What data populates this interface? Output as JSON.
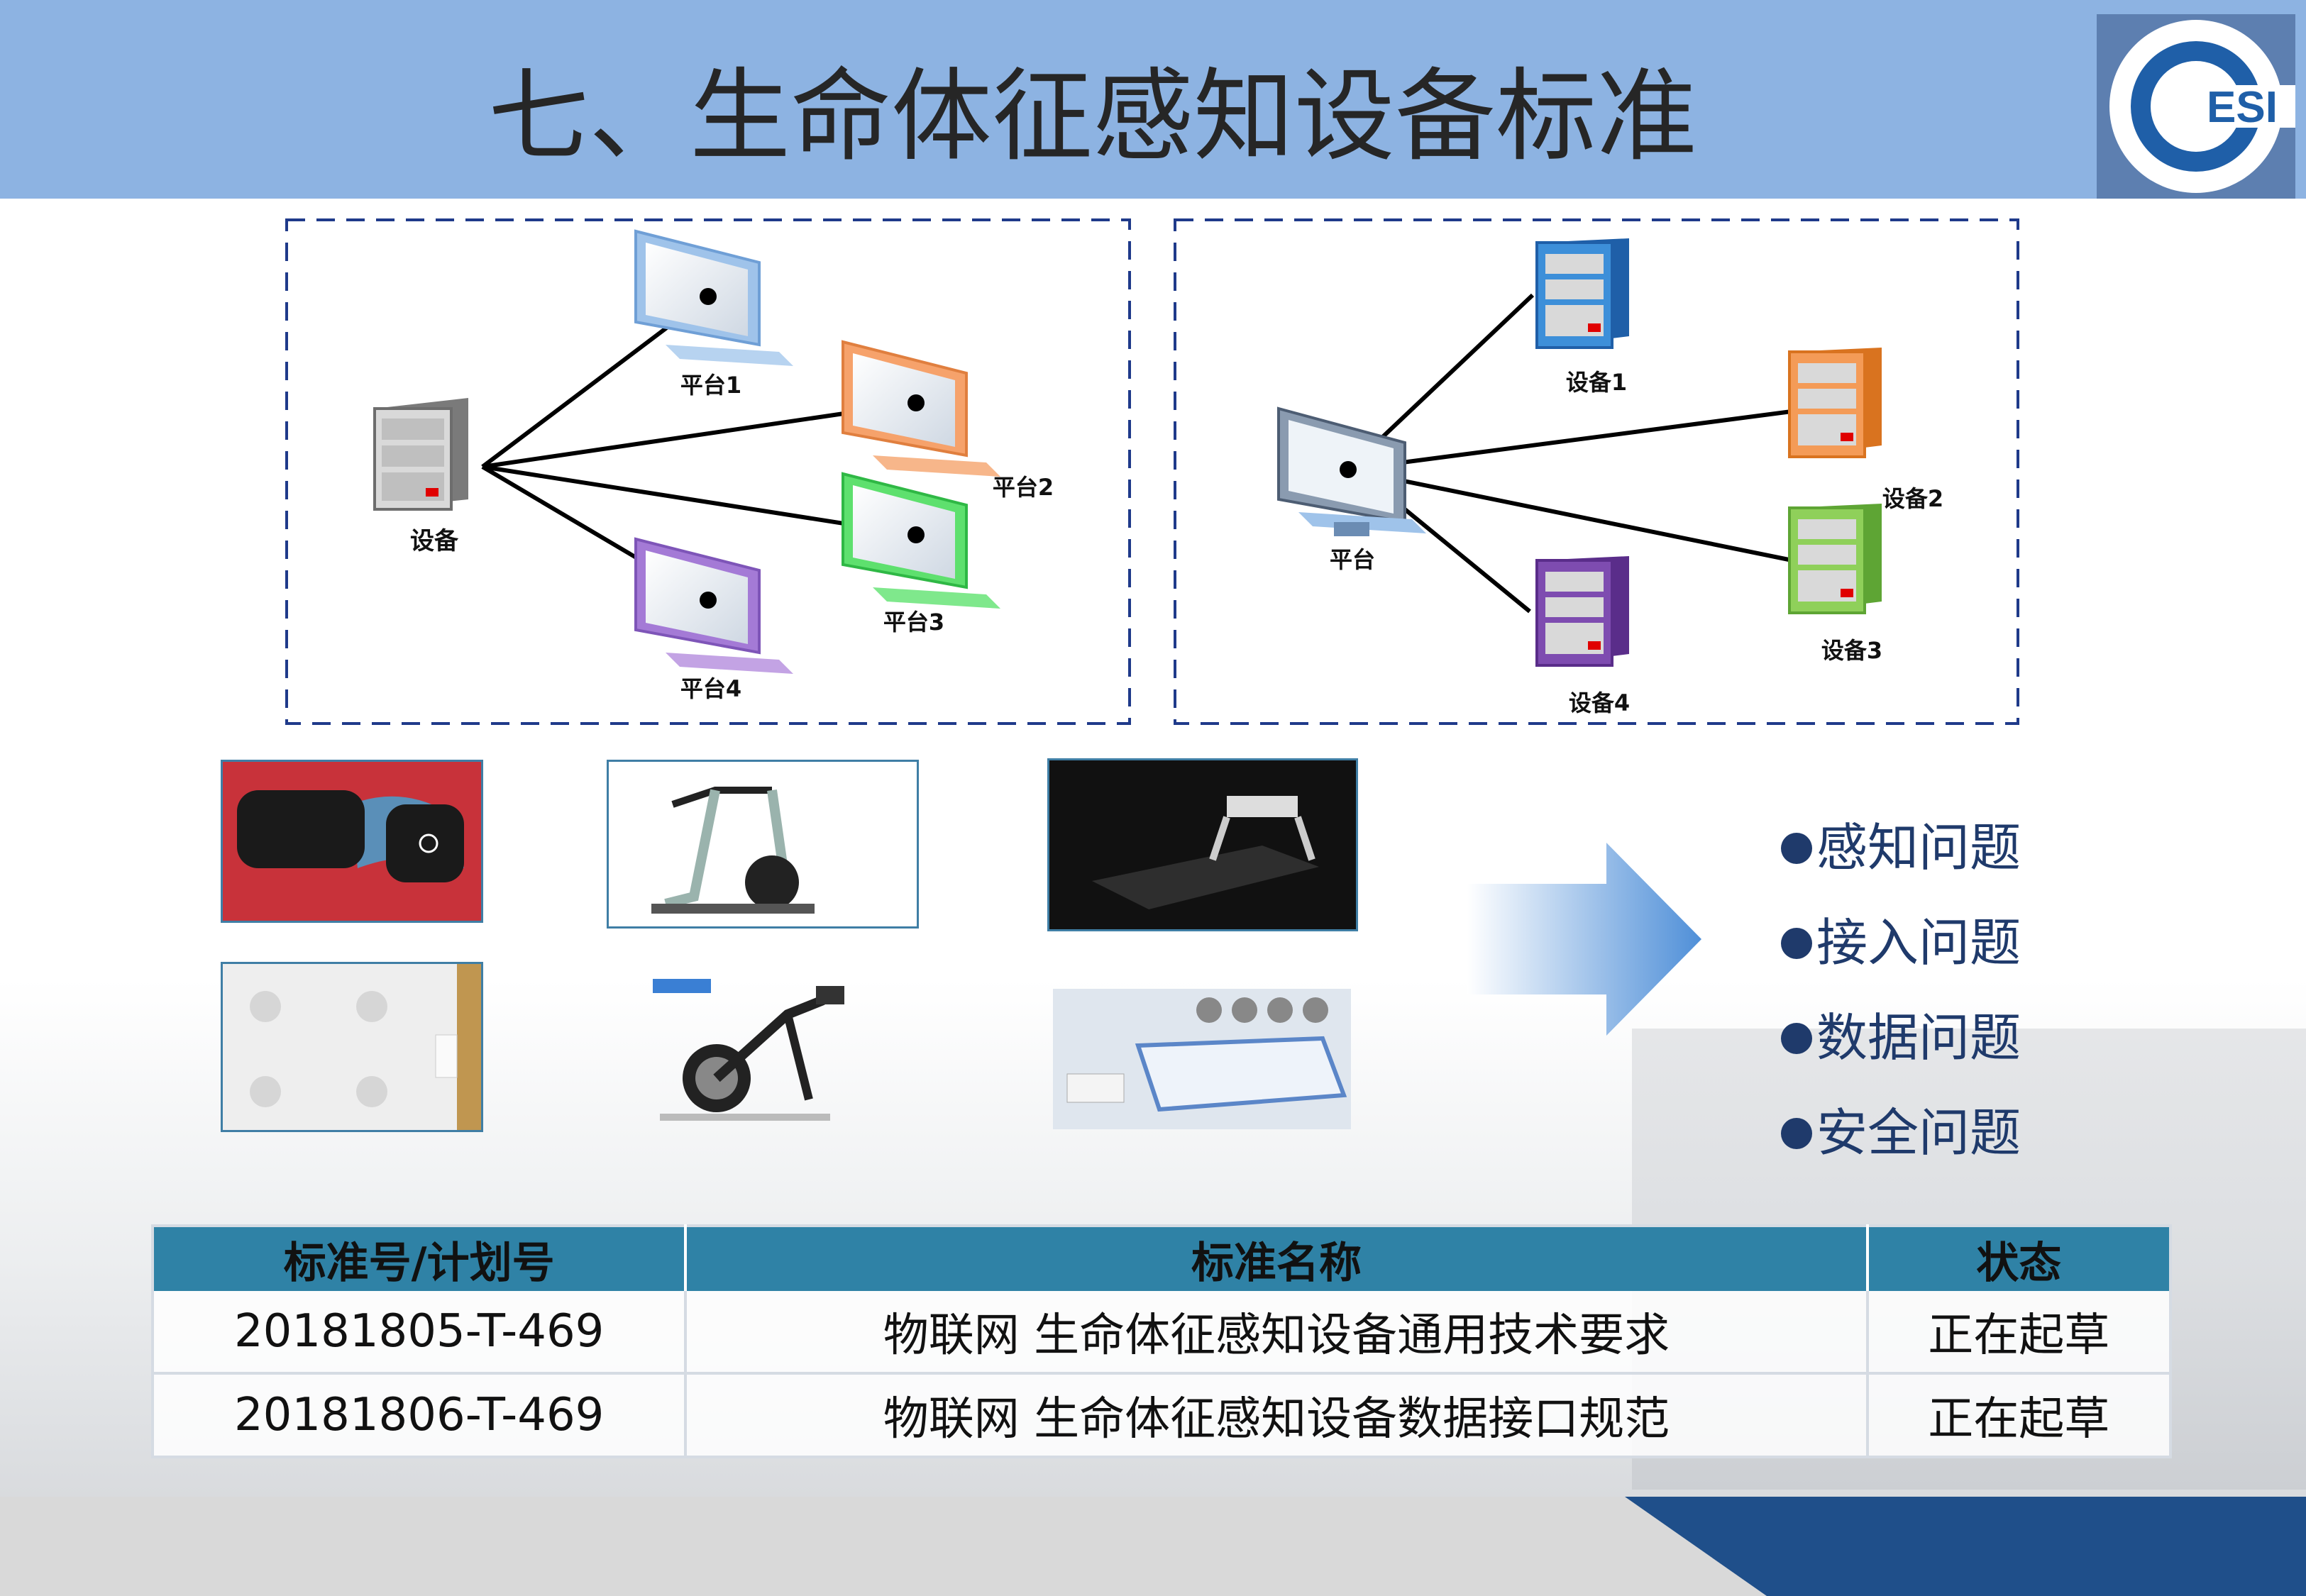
{
  "header": {
    "title": "七、生命体征感知设备标准",
    "logo_text": "ESI"
  },
  "diagram_left": {
    "device_label": "设备",
    "platforms": [
      "平台1",
      "平台2",
      "平台3",
      "平台4"
    ]
  },
  "diagram_right": {
    "platform_label": "平台",
    "devices": [
      "设备1",
      "设备2",
      "设备3",
      "设备4"
    ]
  },
  "issues": [
    "感知问题",
    "接入问题",
    "数据问题",
    "安全问题"
  ],
  "table": {
    "headers": [
      "标准号/计划号",
      "标准名称",
      "状态"
    ],
    "rows": [
      [
        "20181805-T-469",
        "物联网 生命体征感知设备通用技术要求",
        "正在起草"
      ],
      [
        "20181806-T-469",
        "物联网 生命体征感知设备数据接口规范",
        "正在起草"
      ]
    ]
  },
  "colors": {
    "header_bg": "#8db3e2",
    "table_header": "#2f82a6",
    "issue_text": "#1f3a6b",
    "platform_blue": "#9fc3ea",
    "platform_orange": "#f6a26b",
    "platform_green": "#5ee06e",
    "platform_purple": "#a47ad6",
    "device_blue": "#3d8fd9",
    "device_orange": "#f49b57",
    "device_green": "#8fd05a",
    "device_purple": "#7e4cb0"
  }
}
